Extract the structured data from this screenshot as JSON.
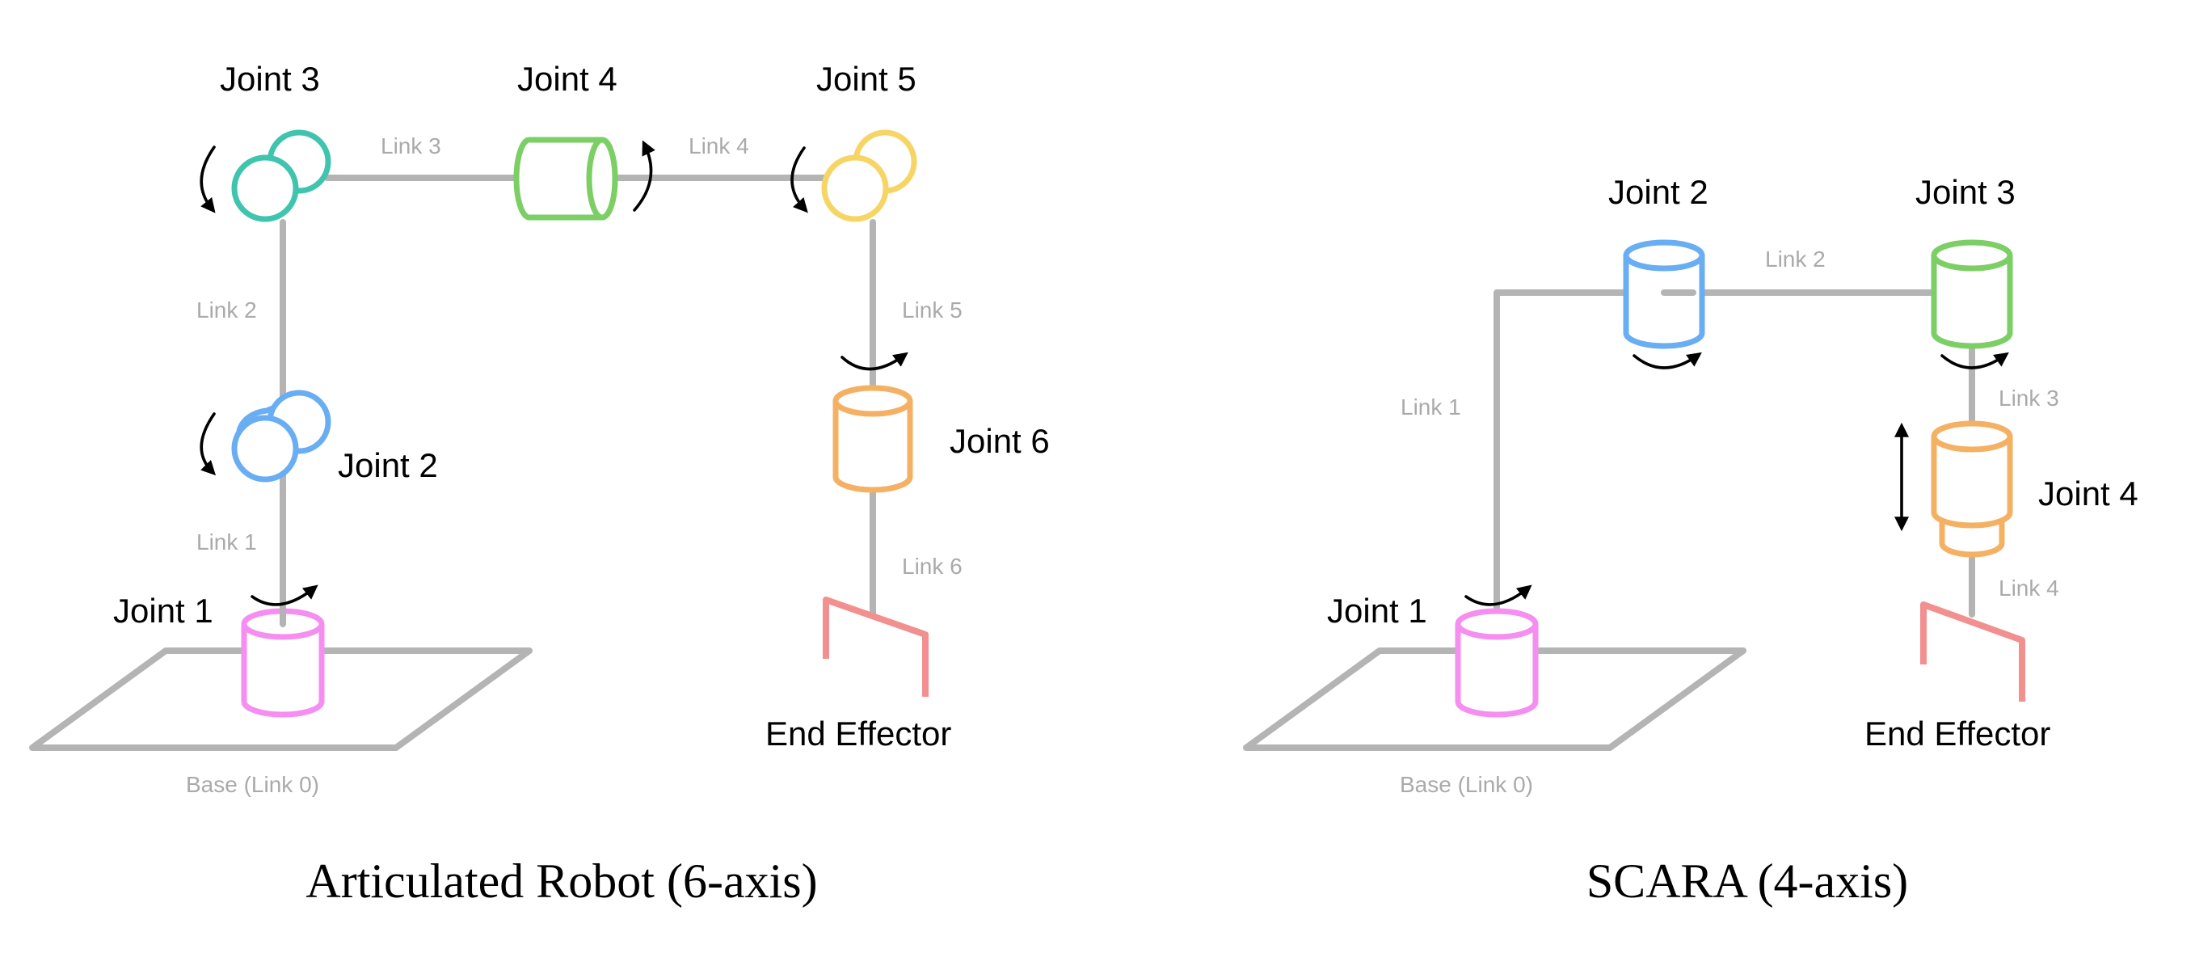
{
  "diagrams": [
    {
      "title": "Articulated Robot (6-axis)",
      "joints": [
        "Joint 1",
        "Joint 2",
        "Joint 3",
        "Joint 4",
        "Joint 5",
        "Joint 6"
      ],
      "links": [
        "Base (Link 0)",
        "Link 1",
        "Link 2",
        "Link 3",
        "Link 4",
        "Link 5",
        "Link 6"
      ],
      "end_effector": "End Effector"
    },
    {
      "title": "SCARA (4-axis)",
      "joints": [
        "Joint 1",
        "Joint 2",
        "Joint 3",
        "Joint 4"
      ],
      "links": [
        "Base (Link 0)",
        "Link 1",
        "Link 2",
        "Link 3",
        "Link 4"
      ],
      "end_effector": "End Effector"
    }
  ],
  "colors": {
    "link": "#b4b4b4",
    "joint_1": "#f58ef0",
    "joint_2": "#69aef2",
    "joint_3_articulated": "#3fc4ae",
    "joint_4_articulated": "#7bcf64",
    "joint_5_articulated": "#f7d565",
    "joint_6_articulated": "#f5b163",
    "scara_joint_3": "#7bcf64",
    "scara_joint_4": "#f5b163",
    "end_effector": "#f28f8f"
  }
}
